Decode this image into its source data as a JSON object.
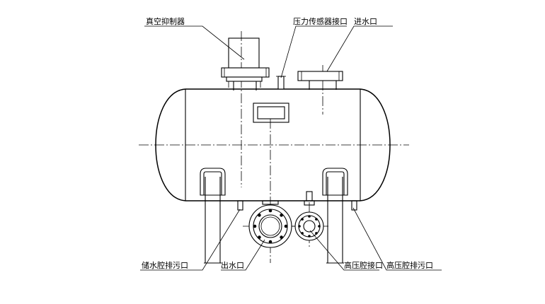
{
  "labels": {
    "vacuum_suppressor": "真空抑制器",
    "pressure_sensor_port": "压力传感器接口",
    "water_inlet": "进水口",
    "storage_chamber_drain": "储水腔排污口",
    "water_outlet": "出水口",
    "high_pressure_chamber_port": "高压腔接口",
    "high_pressure_chamber_drain": "高压腔排污口"
  }
}
